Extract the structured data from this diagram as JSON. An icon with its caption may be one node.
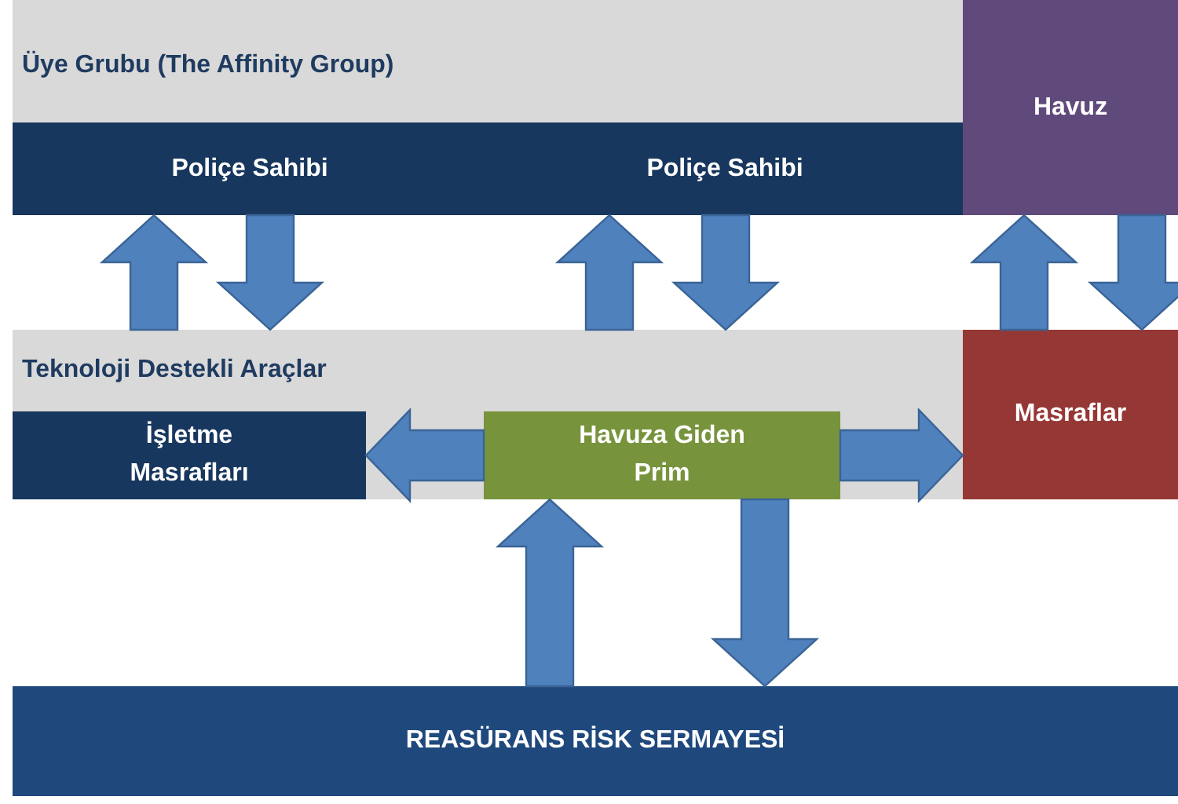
{
  "diagram": {
    "nodes": [
      {
        "text": [
          "Üye Grubu (The Affinity Group)"
        ]
      },
      {
        "text": [
          "Poliçe Sahibi"
        ],
        "in": 0
      },
      {
        "text": [
          "Poliçe Sahibi"
        ],
        "in": 0
      },
      {
        "text": [
          "Havuz"
        ]
      },
      {
        "text": [
          "Teknoloji Destekli Araçlar"
        ]
      },
      {
        "text": [
          "İşletme Masrafları"
        ],
        "in": 4
      },
      {
        "text": [
          "Havuza Giden Prim"
        ],
        "in": 4
      },
      {
        "text": [
          "Masraflar"
        ]
      },
      {
        "text": [
          "REASÜRANS RİSK SERMAYESİ"
        ]
      }
    ],
    "edges": [
      {
        "from": 4,
        "to": 1,
        "arrow": "to"
      },
      {
        "from": 1,
        "to": 4,
        "arrow": "to"
      },
      {
        "from": 4,
        "to": 2,
        "arrow": "to"
      },
      {
        "from": 2,
        "to": 4,
        "arrow": "to"
      },
      {
        "from": 7,
        "to": 3,
        "arrow": "to"
      },
      {
        "from": 3,
        "to": 7,
        "arrow": "to"
      },
      {
        "from": 6,
        "to": 5,
        "arrow": "to"
      },
      {
        "from": 6,
        "to": 7,
        "arrow": "to"
      },
      {
        "from": 8,
        "to": 6,
        "arrow": "to"
      },
      {
        "from": 6,
        "to": 8,
        "arrow": "to"
      }
    ]
  }
}
